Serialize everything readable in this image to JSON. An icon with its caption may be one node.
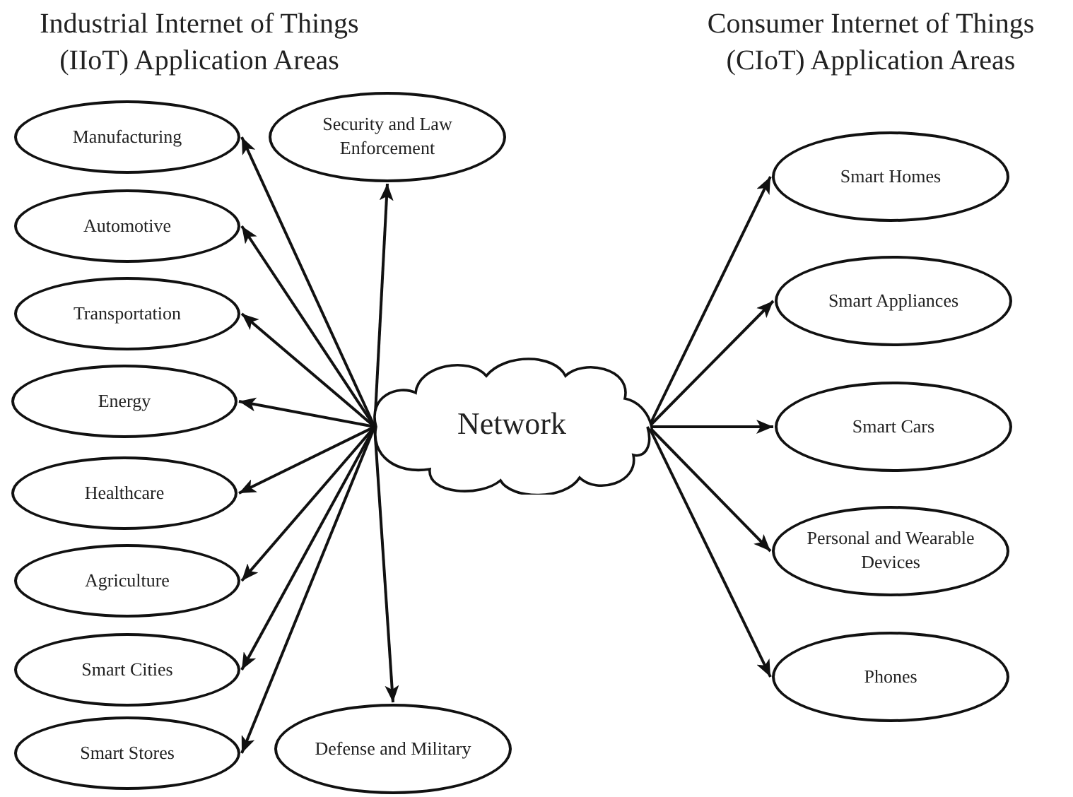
{
  "diagram": {
    "nodes": [
      {
        "text": [
          "Manufacturing"
        ]
      },
      {
        "text": [
          "Security and Law Enforcement"
        ]
      },
      {
        "text": [
          "Automotive"
        ]
      },
      {
        "text": [
          "Transportation"
        ]
      },
      {
        "text": [
          "Energy"
        ]
      },
      {
        "text": [
          "Healthcare"
        ]
      },
      {
        "text": [
          "Agriculture"
        ]
      },
      {
        "text": [
          "Smart Cities"
        ]
      },
      {
        "text": [
          "Smart Stores"
        ]
      },
      {
        "text": [
          "Defense and Military"
        ]
      },
      {
        "text": [
          "Network"
        ]
      },
      {
        "text": [
          "Smart Homes"
        ]
      },
      {
        "text": [
          "Smart Appliances"
        ]
      },
      {
        "text": [
          "Smart Cars"
        ]
      },
      {
        "text": [
          "Personal and Wearable Devices"
        ]
      },
      {
        "text": [
          "Phones"
        ]
      }
    ],
    "edges": [
      {
        "from": 10,
        "to": 0,
        "arrow": "to"
      },
      {
        "from": 10,
        "to": 1,
        "arrow": "to"
      },
      {
        "from": 10,
        "to": 2,
        "arrow": "to"
      },
      {
        "from": 10,
        "to": 3,
        "arrow": "to"
      },
      {
        "from": 10,
        "to": 4,
        "arrow": "to"
      },
      {
        "from": 10,
        "to": 5,
        "arrow": "to"
      },
      {
        "from": 10,
        "to": 6,
        "arrow": "to"
      },
      {
        "from": 10,
        "to": 7,
        "arrow": "to"
      },
      {
        "from": 10,
        "to": 8,
        "arrow": "to"
      },
      {
        "from": 10,
        "to": 9,
        "arrow": "to"
      },
      {
        "from": 10,
        "to": 11,
        "arrow": "to"
      },
      {
        "from": 10,
        "to": 12,
        "arrow": "to"
      },
      {
        "from": 10,
        "to": 13,
        "arrow": "to"
      },
      {
        "from": 10,
        "to": 14,
        "arrow": "to"
      },
      {
        "from": 10,
        "to": 15,
        "arrow": "to"
      }
    ],
    "labels": [
      "Industrial Internet of Things (IIoT) Application Areas",
      "Consumer Internet of Things (CIoT) Application Areas"
    ]
  }
}
